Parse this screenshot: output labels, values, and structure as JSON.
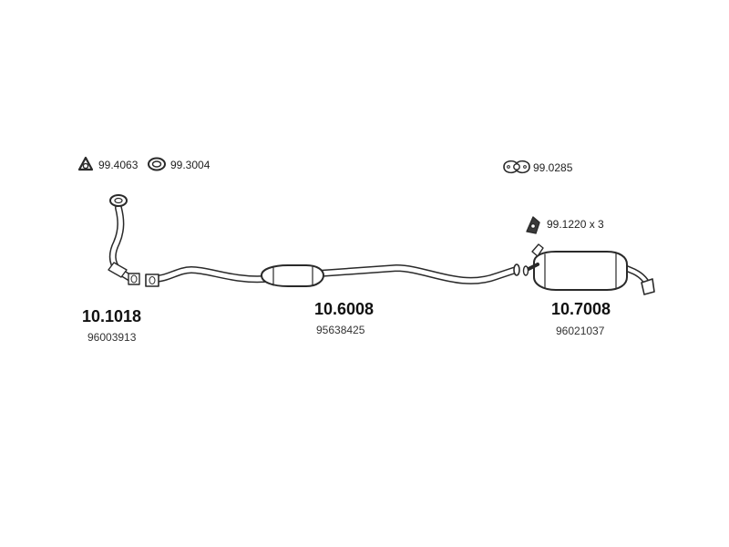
{
  "accessories": [
    {
      "code": "99.4063",
      "icon": "triangular-gasket-icon"
    },
    {
      "code": "99.3004",
      "icon": "ring-gasket-icon"
    },
    {
      "code": "99.0285",
      "icon": "oval-flange-gasket-icon"
    },
    {
      "code": "99.1220 x 3",
      "icon": "mounting-rubber-icon"
    }
  ],
  "parts": [
    {
      "code": "10.1018",
      "oem": "96003913",
      "name": "front-pipe"
    },
    {
      "code": "10.6008",
      "oem": "95638425",
      "name": "middle-silencer"
    },
    {
      "code": "10.7008",
      "oem": "96021037",
      "name": "rear-silencer"
    }
  ]
}
